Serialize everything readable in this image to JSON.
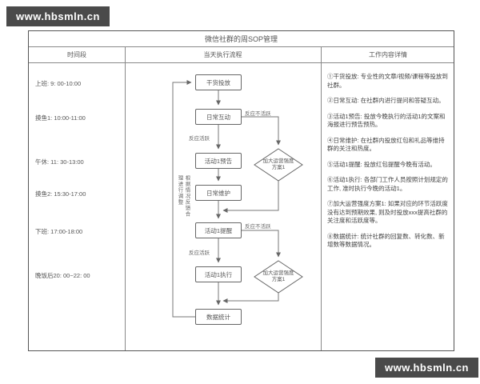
{
  "watermark": {
    "text": "www.hbsmln.cn"
  },
  "chart": {
    "title": "微信社群的周SOP管理",
    "columns": {
      "time": "时间段",
      "process": "当天执行流程",
      "details": "工作内容详情"
    },
    "time_slots": [
      "上班: 9: 00-10:00",
      "摸鱼1: 10:00-11:00",
      "午休: 11: 30-13:00",
      "摸鱼2: 15:30-17:00",
      "下班: 17:00-18:00",
      "晚饭后20: 00~22: 00"
    ],
    "nodes": [
      "干货投放",
      "日常互动",
      "活动1预告",
      "日常维护",
      "活动1提醒",
      "活动1执行",
      "数据统计"
    ],
    "diamonds": [
      "加大运营强度方案1",
      "加大运营强度方案1"
    ],
    "edge_labels": {
      "active": "反应活跃",
      "inactive": "反应不活跃"
    },
    "feedback_note": "根据情况反馈合理进行调整",
    "details": [
      "①干货投放: 专业性的文章/视频/课程等投放到社群。",
      "②日常互动: 在社群内进行提问和答疑互动。",
      "③活动1预告: 投放今晚执行的活动1的文案和海报进行预告预热。",
      "④日常维护: 在社群内投放红包和礼品等维持群的关注和热度。",
      "⑤活动1提醒: 投放红包提醒今晚有活动。",
      "⑥活动1执行: 各部门工作人员按照计划规定的工作, 准时执行今晚的活动1。",
      "⑦加大运营强度方案1: 如果对应的环节活跃度没有达到预期效果, 则及时投放xxx提高社群的关注度和活跃度等。",
      "⑧数据统计: 统计社群的回复数、转化数、新增数等数据情况。"
    ],
    "colors": {
      "line": "#777777",
      "text": "#555555",
      "watermark_bg": "#4a4a4a"
    }
  }
}
